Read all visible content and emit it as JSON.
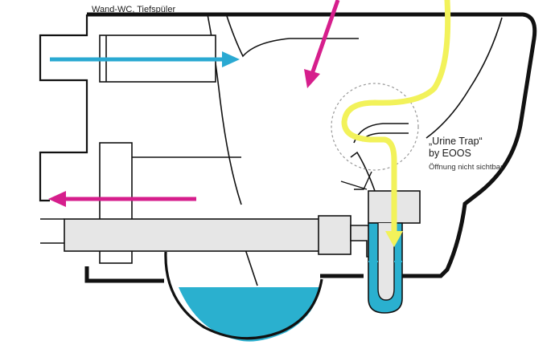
{
  "diagram": {
    "title": "Wand-WC, Tiefspüler",
    "callout_title": "„Urine Trap“",
    "callout_by": "by EOOS",
    "callout_note": "Öffnung nicht sichtbar"
  },
  "colors": {
    "outline": "#111111",
    "water": "#2ab0cf",
    "water_dark": "#1a9cbb",
    "pipe_fill": "#e6e6e6",
    "flush_arrow": "#2aa9d2",
    "drain_arrow": "#d61e8c",
    "urine_path": "#f2f25a",
    "callout_circle": "#999999"
  },
  "icons": {
    "flush_arrow": "arrow-right-icon",
    "drain_arrow": "arrow-left-icon",
    "use_arrow": "arrow-down-icon",
    "urine_arrow": "arrow-down-icon"
  }
}
